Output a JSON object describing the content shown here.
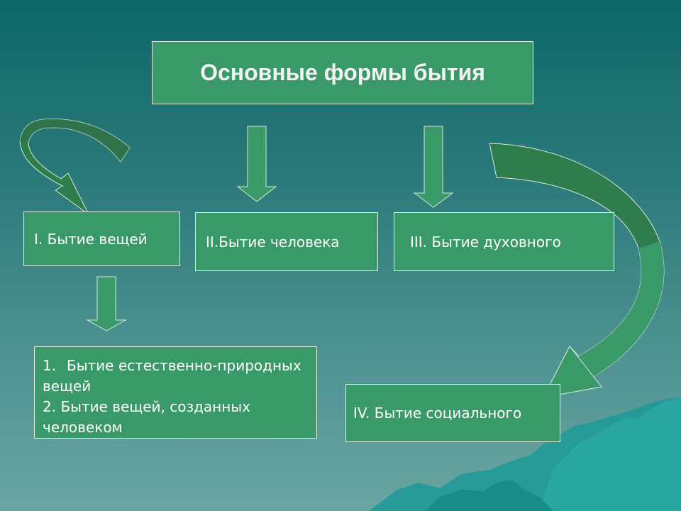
{
  "title": "Основные формы бытия",
  "forms": [
    "I. Бытие вещей",
    "II.Бытие человека",
    "III. Бытие духовного",
    "IV. Бытие социального"
  ],
  "things_subtypes": [
    {
      "num": "1.",
      "text": "Бытие естественно-природных вещей"
    },
    {
      "num": "2.",
      "text": "Бытие вещей, созданных человеком"
    }
  ],
  "colors": {
    "box_fill": "#3a9968",
    "box_border": "#e4efe6",
    "arrow_fill": "#3a9968",
    "curved_arrow_dark": "#2f7c4c",
    "background_top": "#0e6767",
    "background_bottom": "#6aa6a2"
  }
}
